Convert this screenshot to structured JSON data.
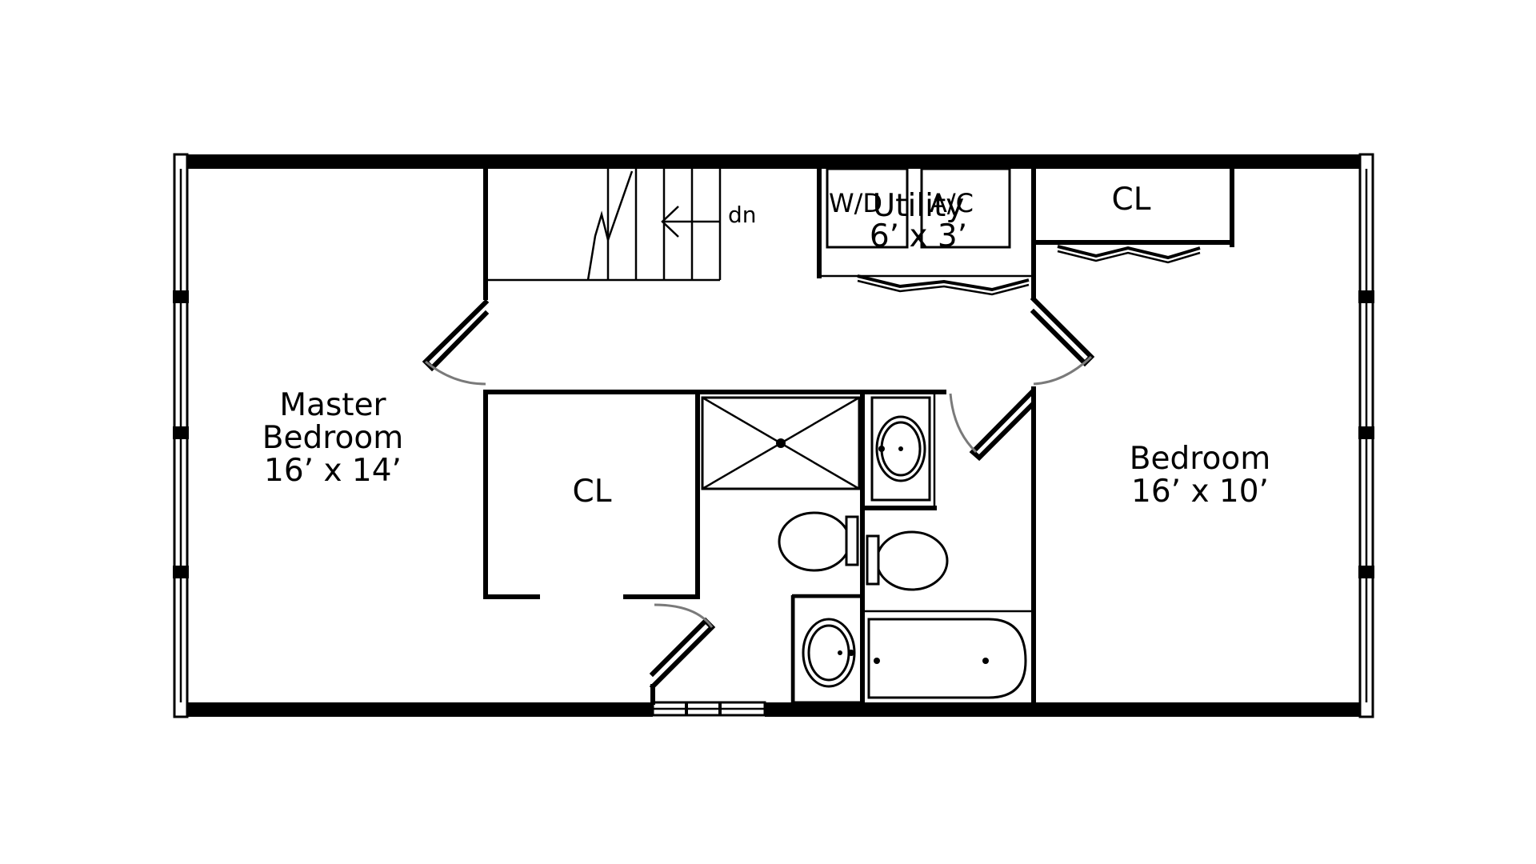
{
  "floorplan": {
    "rooms": {
      "master_bedroom": {
        "name_line1": "Master",
        "name_line2": "Bedroom",
        "size": "16’ x 14’"
      },
      "bedroom": {
        "name": "Bedroom",
        "size": "16’ x 10’"
      },
      "utility": {
        "name": "Utility",
        "size": "6’ x 3’"
      },
      "master_closet": {
        "name": "CL"
      },
      "bedroom_closet": {
        "name": "CL"
      }
    },
    "labels": {
      "washer_dryer": "W/D",
      "ac": "A/C",
      "stairs_down": "dn"
    }
  }
}
